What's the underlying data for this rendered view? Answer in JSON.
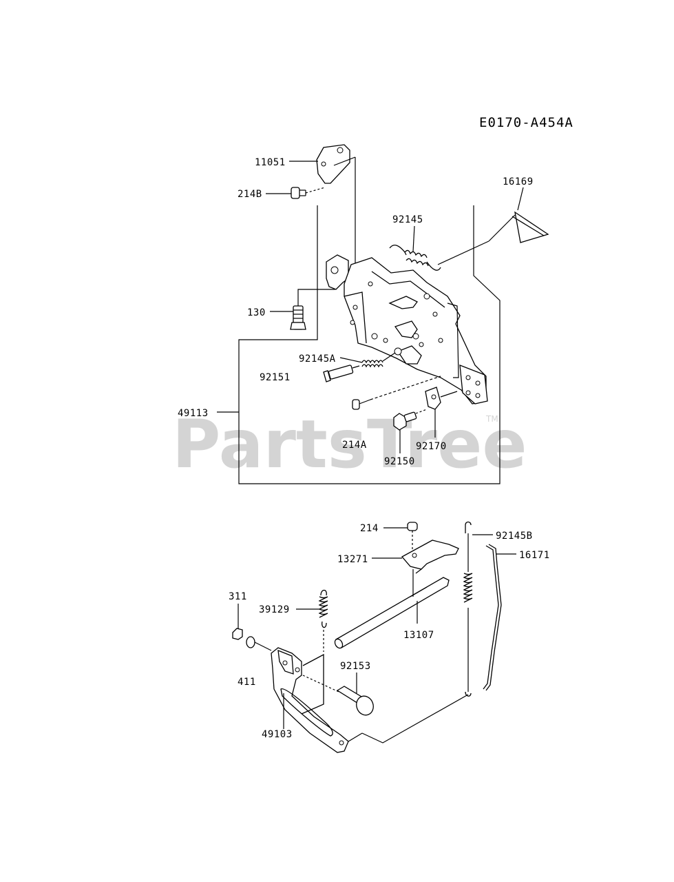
{
  "diagram": {
    "code": "E0170-A454A",
    "watermark": "PartsTree",
    "trademark": "TM"
  },
  "parts": {
    "p11051": "11051",
    "p214B": "214B",
    "p16169": "16169",
    "p92145": "92145",
    "p130": "130",
    "p92145A": "92145A",
    "p92151": "92151",
    "p49113": "49113",
    "p214A": "214A",
    "p92170": "92170",
    "p92150": "92150",
    "p214": "214",
    "p92145B": "92145B",
    "p13271": "13271",
    "p16171": "16171",
    "p311": "311",
    "p39129": "39129",
    "p13107": "13107",
    "p92153": "92153",
    "p411": "411",
    "p49103": "49103"
  }
}
